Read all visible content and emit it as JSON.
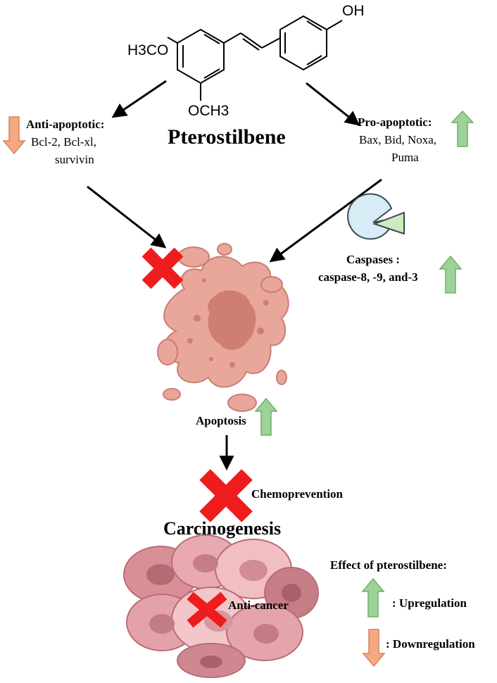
{
  "molecule": {
    "name": "Pterostilbene",
    "group_h3co": "H3CO",
    "group_och3": "OCH3",
    "group_oh": "OH"
  },
  "anti_apoptotic": {
    "title": "Anti-apoptotic:",
    "line1": "Bcl-2, Bcl-xl,",
    "line2": "survivin"
  },
  "pro_apoptotic": {
    "title": "Pro-apoptotic:",
    "line1": "Bax, Bid, Noxa,",
    "line2": "Puma"
  },
  "caspases": {
    "title": "Caspases :",
    "detail": "caspase-8, -9, and-3"
  },
  "apoptosis_label": "Apoptosis",
  "chemoprevention_label": "Chemoprevention",
  "carcinogenesis_label": "Carcinogenesis",
  "anticancer_label": "Anti-cancer",
  "legend": {
    "title": "Effect of pterostilbene:",
    "up": ": Upregulation",
    "down": ": Downregulation"
  },
  "colors": {
    "up_arrow": "#9dd398",
    "down_arrow": "#f5a982",
    "block_cross": "#ee1c1c",
    "cell": "#e9a69b",
    "cancer_cell": "#d98f96",
    "caspase": "#d7ecf4"
  }
}
